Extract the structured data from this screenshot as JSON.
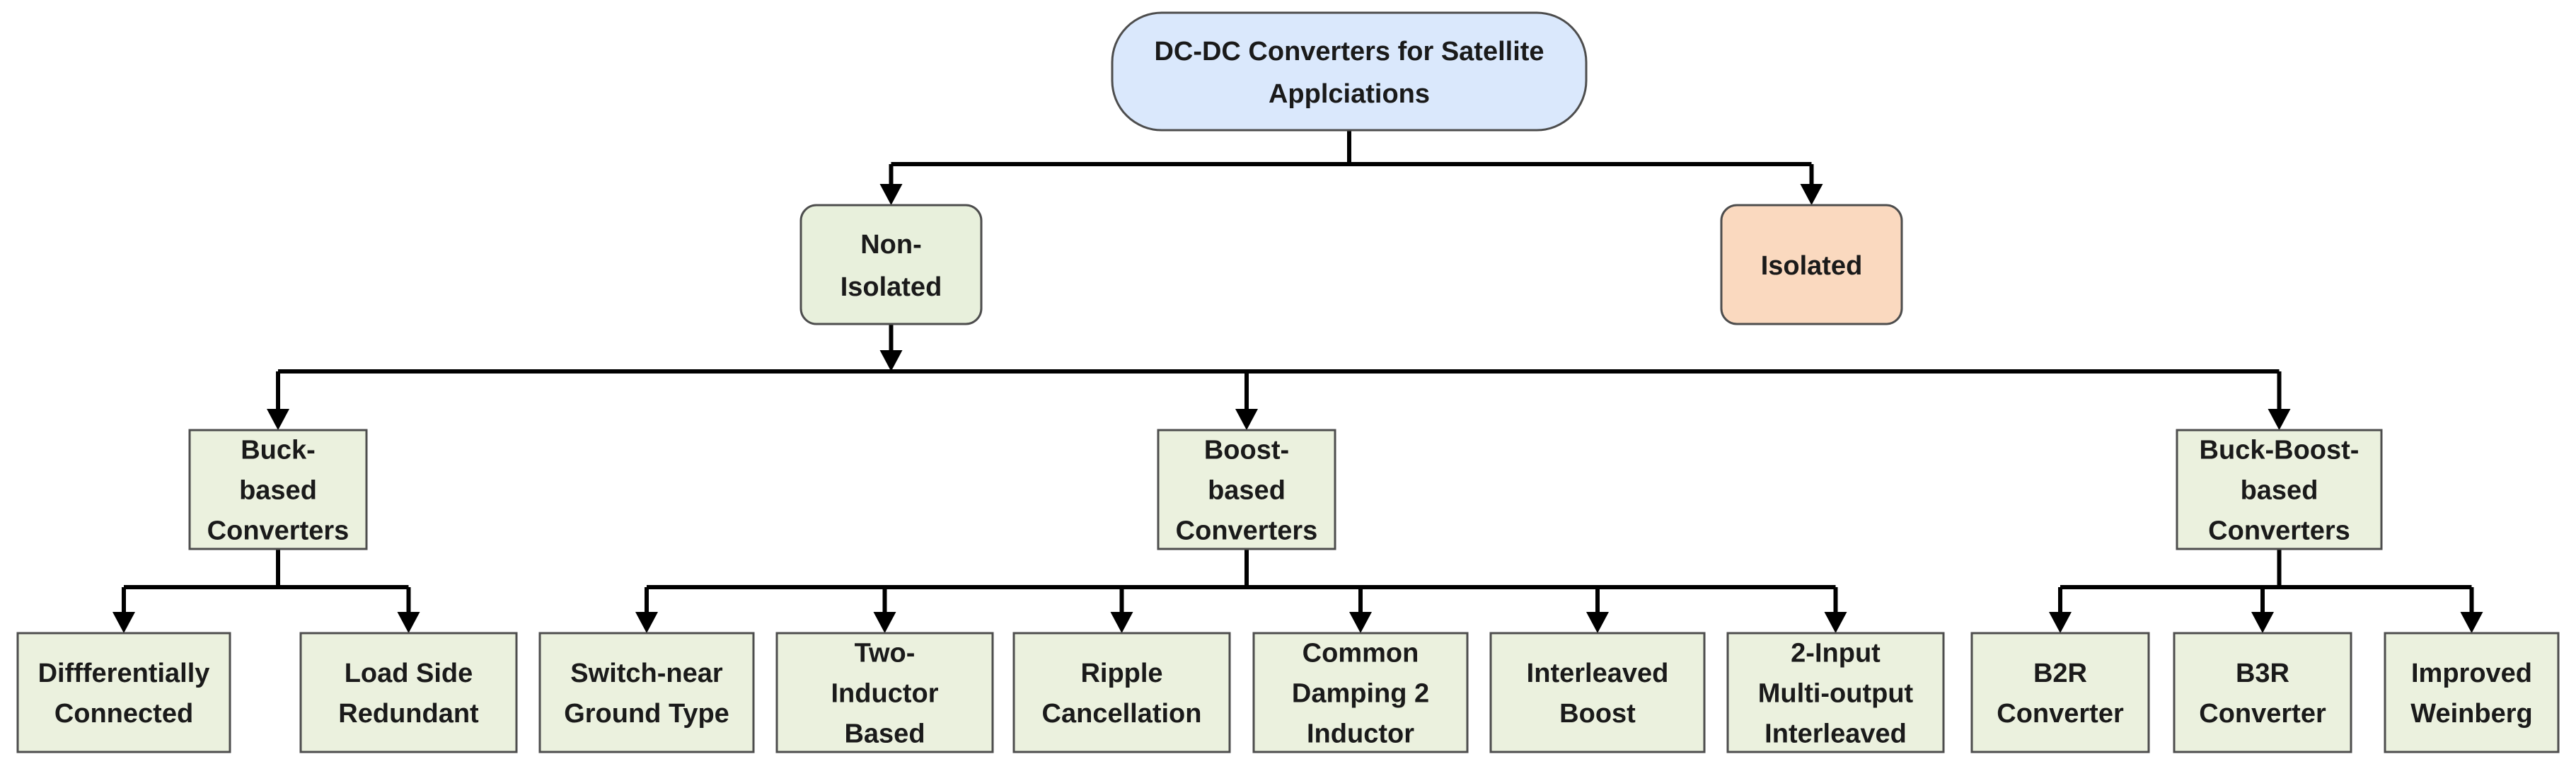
{
  "colors": {
    "root_fill": "#dae8fc",
    "nonisolated_fill": "#e8f0dc",
    "isolated_fill": "#fad9bf",
    "category_fill": "#ebf1de",
    "leaf_fill": "#ebf1de",
    "border": "#4d4d4d",
    "connector": "#000000"
  },
  "root": {
    "label": [
      "DC-DC Converters for Satellite",
      "Applciations"
    ]
  },
  "level1": [
    {
      "id": "non-isolated",
      "label": [
        "Non-",
        "Isolated"
      ]
    },
    {
      "id": "isolated",
      "label": [
        "Isolated"
      ]
    }
  ],
  "categories": [
    {
      "id": "buck-based",
      "label": [
        "Buck-",
        "based",
        "Converters"
      ],
      "children": [
        {
          "id": "differentially-connected",
          "label": [
            "Diffferentially",
            "Connected"
          ]
        },
        {
          "id": "load-side-redundant",
          "label": [
            "Load Side",
            "Redundant"
          ]
        }
      ]
    },
    {
      "id": "boost-based",
      "label": [
        "Boost-",
        "based",
        "Converters"
      ],
      "children": [
        {
          "id": "switch-near-ground",
          "label": [
            "Switch-near",
            "Ground Type"
          ]
        },
        {
          "id": "two-inductor",
          "label": [
            "Two-",
            "Inductor",
            "Based"
          ]
        },
        {
          "id": "ripple-cancellation",
          "label": [
            "Ripple",
            "Cancellation"
          ]
        },
        {
          "id": "common-damping",
          "label": [
            "Common",
            "Damping 2",
            "Inductor"
          ]
        },
        {
          "id": "interleaved-boost",
          "label": [
            "Interleaved",
            "Boost"
          ]
        },
        {
          "id": "two-input-multi-output",
          "label": [
            "2-Input",
            "Multi-output",
            "Interleaved"
          ]
        }
      ]
    },
    {
      "id": "buck-boost-based",
      "label": [
        "Buck-Boost-",
        "based",
        "Converters"
      ],
      "children": [
        {
          "id": "b2r-converter",
          "label": [
            "B2R",
            "Converter"
          ]
        },
        {
          "id": "b3r-converter",
          "label": [
            "B3R",
            "Converter"
          ]
        },
        {
          "id": "improved-weinberg",
          "label": [
            "Improved",
            "Weinberg"
          ]
        }
      ]
    }
  ]
}
